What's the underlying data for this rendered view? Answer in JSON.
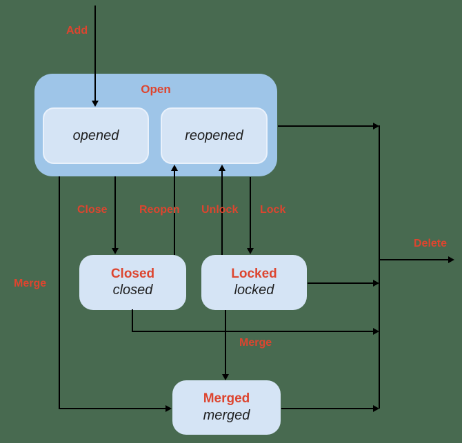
{
  "colors": {
    "background": "#486A50",
    "group_fill": "#9EC5E8",
    "state_fill": "#D5E4F5",
    "accent_red": "#DD452F",
    "line_black": "#000000",
    "dark_text": "#1E1E1E"
  },
  "nodes": {
    "open": {
      "label": "Open"
    },
    "opened": {
      "label": "opened"
    },
    "reopened": {
      "label": "reopened"
    },
    "closed": {
      "title": "Closed",
      "subtitle": "closed"
    },
    "locked": {
      "title": "Locked",
      "subtitle": "locked"
    },
    "merged": {
      "title": "Merged",
      "subtitle": "merged"
    }
  },
  "edges": {
    "add": {
      "label": "Add"
    },
    "close": {
      "label": "Close"
    },
    "reopen": {
      "label": "Reopen"
    },
    "unlock": {
      "label": "Unlock"
    },
    "lock": {
      "label": "Lock"
    },
    "merge_open": {
      "label": "Merge"
    },
    "merge_locked": {
      "label": "Merge"
    },
    "delete": {
      "label": "Delete"
    }
  }
}
